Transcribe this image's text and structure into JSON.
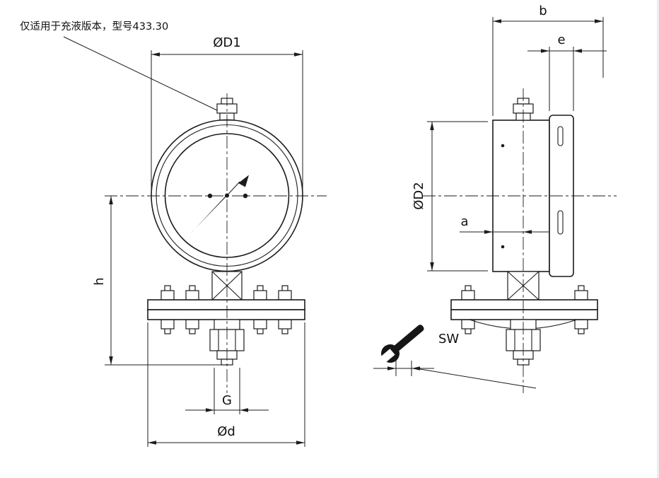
{
  "drawing": {
    "note": "仅适用于充液版本，型号433.30",
    "labels": {
      "d1": "ØD1",
      "b": "b",
      "e": "e",
      "d2": "ØD2",
      "a": "a",
      "h": "h",
      "sw": "SW",
      "g": "G",
      "d": "Ød"
    }
  }
}
